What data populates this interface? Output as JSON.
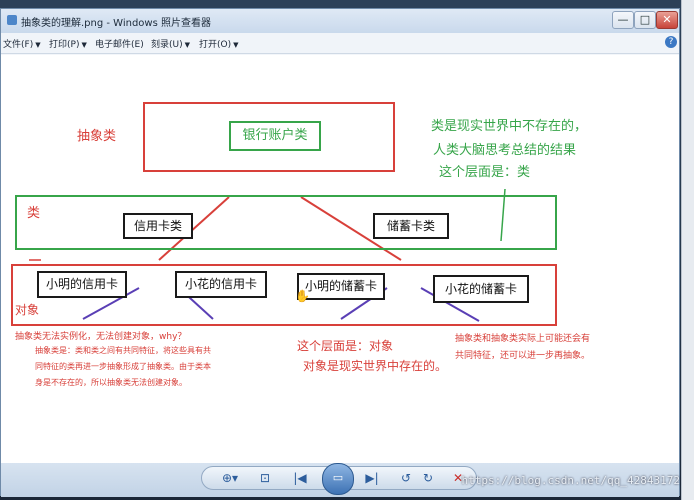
{
  "window": {
    "title": "抽象类的理解.png - Windows 照片查看器",
    "controls": {
      "minimize": "—",
      "maximize": "□",
      "close": "✕"
    }
  },
  "menu": {
    "items": [
      "文件(F)",
      "打印(P)",
      "电子邮件(E)",
      "刻录(U)",
      "打开(O)"
    ],
    "help_icon": "help-icon"
  },
  "diagram": {
    "abstract_label": "抽象类",
    "bank_account": "银行账户类",
    "note_abstract_1": "类是现实世界中不存在的，",
    "note_abstract_2": "人类大脑思考总结的结果",
    "note_abstract_3": "这个层面是：类",
    "class_label": "类",
    "credit_card_class": "信用卡类",
    "savings_card_class": "储蓄卡类",
    "object_label": "对象",
    "obj_1": "小明的信用卡",
    "obj_2": "小花的信用卡",
    "obj_3": "小明的储蓄卡",
    "obj_4": "小花的储蓄卡",
    "left_note_1": "抽象类无法实例化，无法创建对象，why？",
    "left_note_2": "抽象类是：类和类之间有共同特征，将这些具有共",
    "left_note_3": "同特征的类再进一步抽象形成了抽象类。由于类本",
    "left_note_4": "身是不存在的，所以抽象类无法创建对象。",
    "center_note_1": "这个层面是：对象",
    "center_note_2": "对象是现实世界中存在的。",
    "right_note_1": "抽象类和抽象类实际上可能还会有",
    "right_note_2": "共同特征，还可以进一步再抽象。",
    "colors": {
      "red": "#d8403a",
      "green": "#37a54a",
      "blue": "#5a3fb5"
    }
  },
  "toolbar": {
    "buttons": [
      {
        "name": "zoom-button",
        "icon": "⊕▾"
      },
      {
        "name": "actual-size-button",
        "icon": "⊡"
      },
      {
        "name": "previous-button",
        "icon": "|◀"
      },
      {
        "name": "slideshow-button",
        "icon": "▭"
      },
      {
        "name": "next-button",
        "icon": "▶|"
      },
      {
        "name": "rotate-ccw-button",
        "icon": "↺"
      },
      {
        "name": "rotate-cw-button",
        "icon": "↻"
      },
      {
        "name": "delete-button",
        "icon": "✕"
      }
    ]
  },
  "watermark": "https://blog.csdn.net/qq_42843172"
}
